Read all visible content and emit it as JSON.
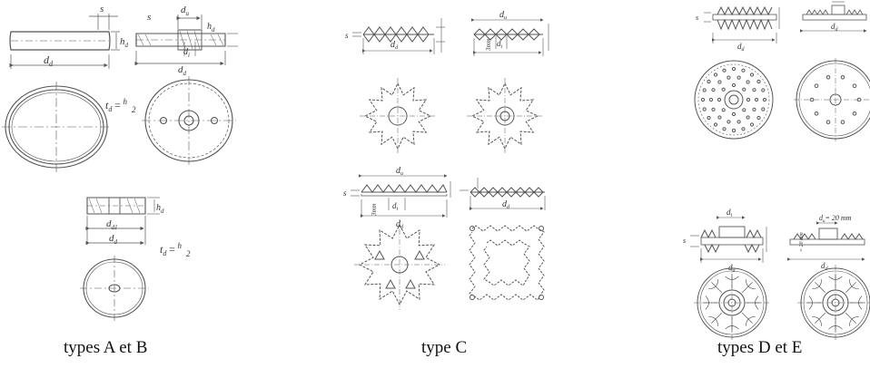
{
  "captions": {
    "group_ab": "types A et B",
    "group_c": "type C",
    "group_de": "types D et E"
  },
  "labels": {
    "s": "s",
    "du": "d",
    "du_sub": "u",
    "dd": "d",
    "dd_sub": "d",
    "dd1_sub": "d1",
    "hd": "h",
    "hd_sub": "d",
    "di": "d",
    "di_sub": "i",
    "td_formula": "t",
    "td_sub": "d",
    "td_eq": "=",
    "td_num": "h",
    "td_den": "2",
    "mm3": "3mm",
    "mm3b": "3mm",
    "du20": "d",
    "du20_eq": "= 20 mm",
    "mm20": "= 20 mm"
  }
}
